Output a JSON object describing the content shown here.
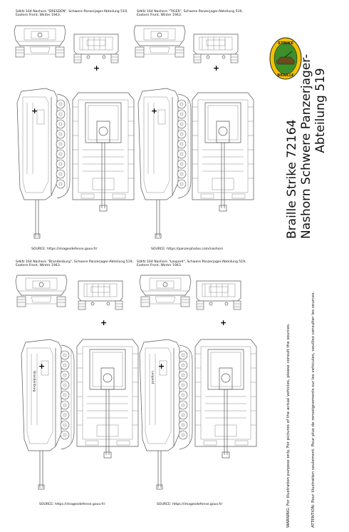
{
  "panels": [
    {
      "caption": "Sdkfz 164 Nashorn \"DRESDEN\", Schwere Panzerjager-Abteilung 519,\nEastern Front, Winter 1943.",
      "source": "SOURCE: https://imagesdefense.gouv.fr/",
      "turret_name": ""
    },
    {
      "caption": "Sdkfz 164 Nashorn \"TIGER\", Schwere Panzerjager-Abteilung 519,\nEastern Front, Winter 1943.",
      "source": "SOURCE: https://panzerphotos.com/nashorn",
      "turret_name": ""
    },
    {
      "caption": "Sdkfz 164 Nashorn \"Brandenburg\", Schwere Panzerjager-Abteilung 519,\nEastern Front, Winter 1943.",
      "source": "SOURCE: https://imagesdefense.gouv.fr/",
      "turret_name": "Brandenburg"
    },
    {
      "caption": "Sdkfz 164 Nashorn \"Leopard\", Schwere Panzerjager-Abteilung 519,\nEastern Front, Winter 1943.",
      "source": "SOURCE: https://imagesdefense.gouv.fr/",
      "turret_name": "Leopard"
    }
  ],
  "title": {
    "line1": "Braille Strike 72164",
    "line2": "Nashorn Schwere Panzerjager-",
    "line3": "Abteilung 519"
  },
  "warning_en": "WARNING: For illustration purpose only. For pictures of the actual vehicles, please consult the sources.",
  "warning_fr": "ATTENTION: Pour illustration seulement. Pour plus de renseignements sur les vehicules, veuillez consulter les sources.",
  "logo": {
    "top_text": "STRIKE",
    "bottom_text": "BRAILLE"
  },
  "colors": {
    "logo_outer": "#f2c200",
    "logo_inner": "#3d8f2a",
    "line": "#555555"
  },
  "balkenkreuz": "+"
}
